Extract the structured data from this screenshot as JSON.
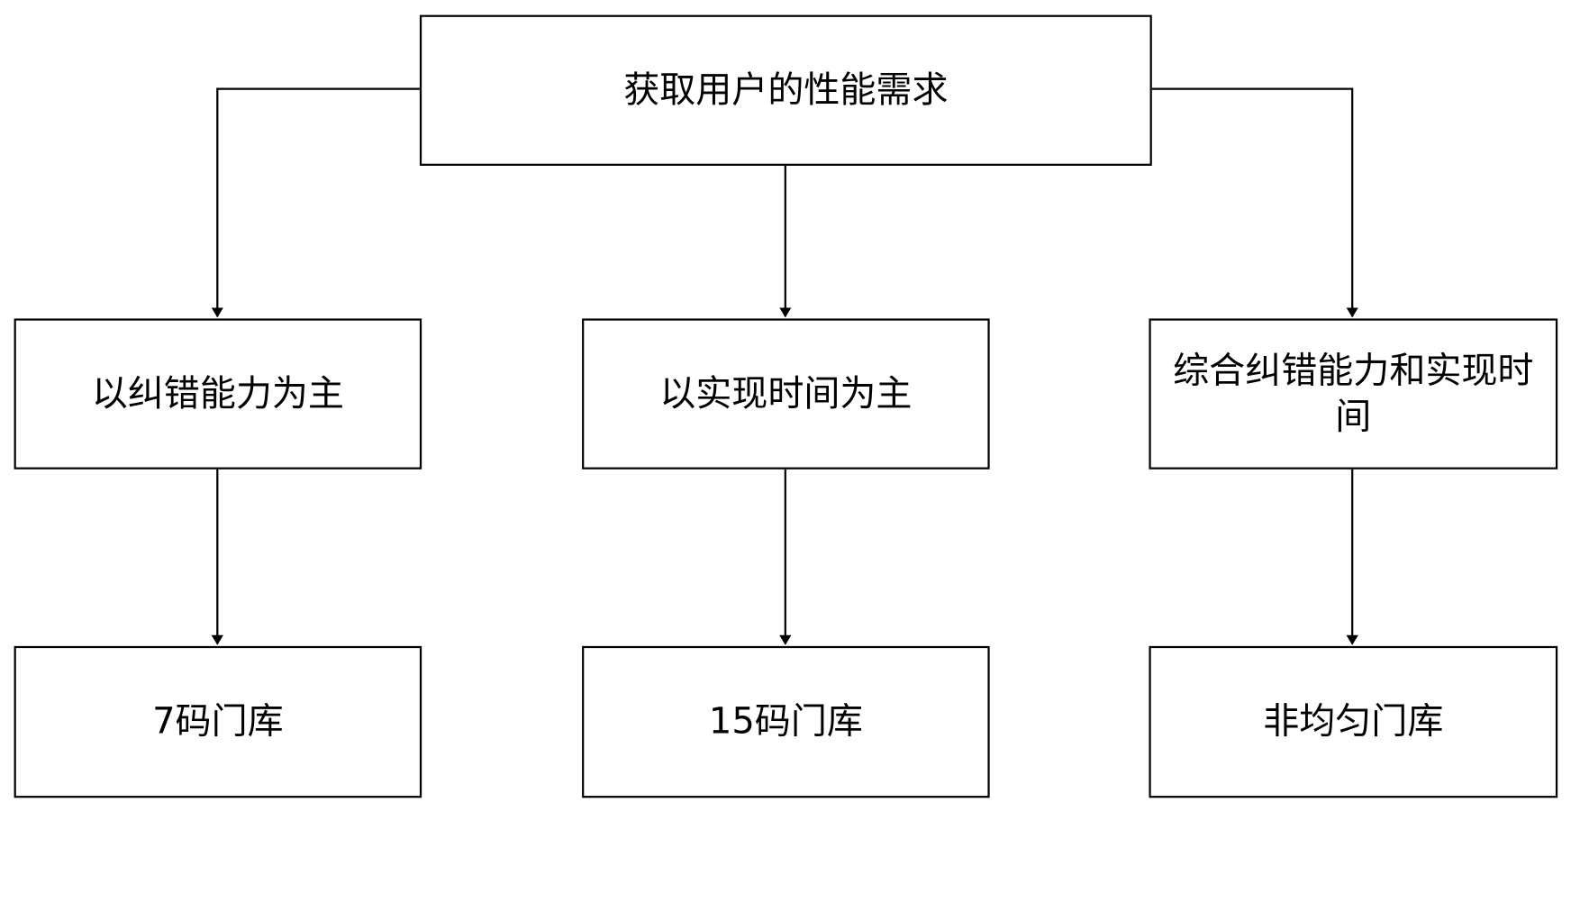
{
  "nodes": {
    "root": "获取用户的性能需求",
    "mid": [
      "以纠错能力为主",
      "以实现时间为主",
      "综合纠错能力和实现时间"
    ],
    "leaf": [
      "7码门库",
      "15码门库",
      "非均匀门库"
    ]
  },
  "colors": {
    "stroke": "#000000",
    "fill": "#ffffff",
    "text": "#000000"
  }
}
